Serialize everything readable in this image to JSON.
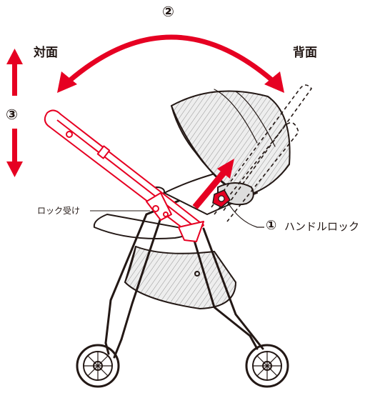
{
  "labels": {
    "step2_number": "②",
    "step3_number": "③",
    "step1_number": "①",
    "facing_front": "対面",
    "facing_back": "背面",
    "handle_lock": "ハンドルロック",
    "lock_receiver": "ロック受け"
  },
  "colors": {
    "accent_red": "#e60022",
    "line_dark": "#231815",
    "canopy_gray": "#e6e6e6"
  }
}
